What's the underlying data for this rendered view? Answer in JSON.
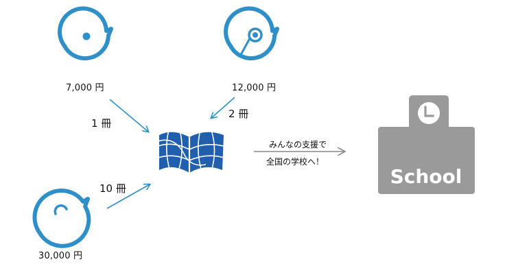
{
  "donors": [
    {
      "price": "7,000 円",
      "books": "1 冊"
    },
    {
      "price": "12,000 円",
      "books": "2 冊"
    },
    {
      "price": "30,000 円",
      "books": "10 冊"
    }
  ],
  "message": {
    "line1": "みんなの支援で",
    "line2": "全国の学校へ！"
  },
  "school": {
    "label": "School"
  },
  "colors": {
    "accent": "#2f8fc9",
    "book": "#1f5fae",
    "school": "#9a9a9a",
    "arrow": "#888888"
  },
  "icons": [
    "speech-face-icon",
    "monocle-face-icon",
    "smile-face-icon",
    "open-book-icon",
    "clock-icon"
  ]
}
